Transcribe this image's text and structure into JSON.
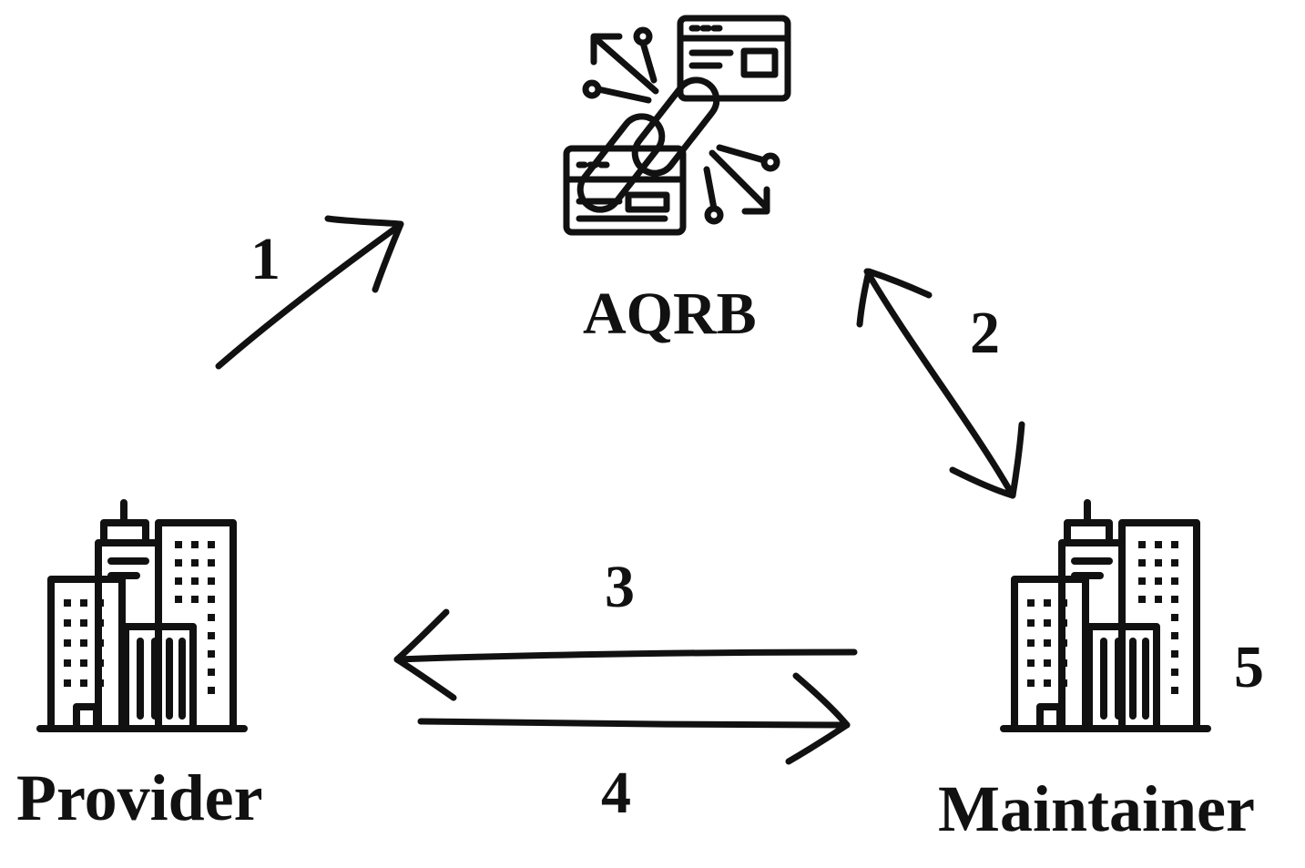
{
  "diagram": {
    "nodes": {
      "aqrb": {
        "label": "AQRB",
        "icon": "blockchain-link-icon"
      },
      "provider": {
        "label": "Provider",
        "icon": "office-buildings-icon"
      },
      "maintainer": {
        "label": "Maintainer",
        "icon": "office-buildings-icon",
        "badge": "5"
      }
    },
    "edges": [
      {
        "id": "1",
        "label": "1",
        "from": "provider",
        "to": "aqrb",
        "direction": "one-way"
      },
      {
        "id": "2",
        "label": "2",
        "from": "aqrb",
        "to": "maintainer",
        "direction": "two-way"
      },
      {
        "id": "3",
        "label": "3",
        "from": "maintainer",
        "to": "provider",
        "direction": "one-way"
      },
      {
        "id": "4",
        "label": "4",
        "from": "provider",
        "to": "maintainer",
        "direction": "one-way"
      }
    ],
    "colors": {
      "ink": "#111111",
      "background": "#ffffff"
    }
  }
}
